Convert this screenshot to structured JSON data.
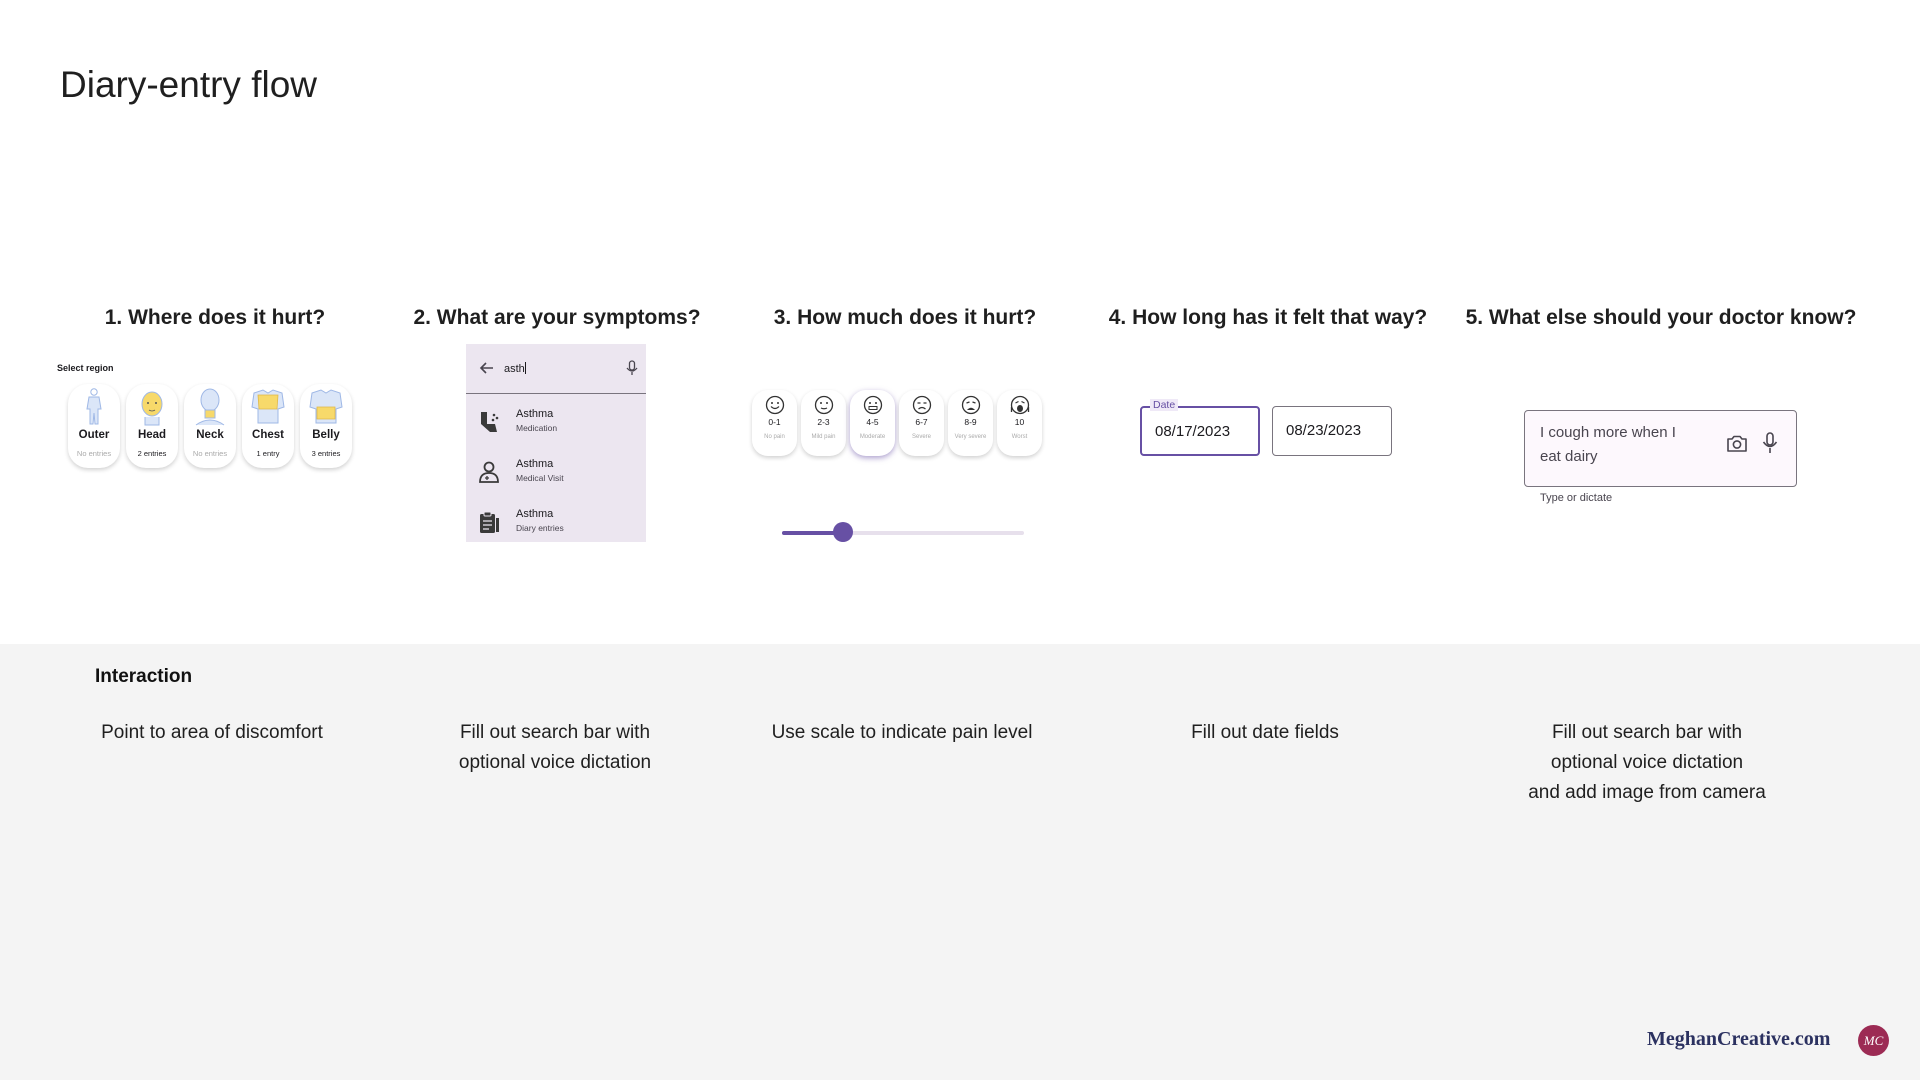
{
  "title": "Diary-entry flow",
  "steps": [
    {
      "heading": "1. Where does it hurt?"
    },
    {
      "heading": "2. What are your symptoms?"
    },
    {
      "heading": "3. How much does it hurt?"
    },
    {
      "heading": "4. How long has it felt that way?"
    },
    {
      "heading": "5. What else should your doctor know?"
    }
  ],
  "regions": {
    "label": "Select region",
    "items": [
      {
        "name": "Outer",
        "count": "No entries",
        "icon": "body-outline-icon"
      },
      {
        "name": "Head",
        "count": "2 entries",
        "icon": "head-icon"
      },
      {
        "name": "Neck",
        "count": "No entries",
        "icon": "neck-icon"
      },
      {
        "name": "Chest",
        "count": "1 entry",
        "icon": "chest-icon"
      },
      {
        "name": "Belly",
        "count": "3 entries",
        "icon": "belly-icon"
      }
    ]
  },
  "search": {
    "query": "asth",
    "results": [
      {
        "title": "Asthma",
        "subtitle": "Medication",
        "icon": "inhaler-icon"
      },
      {
        "title": "Asthma",
        "subtitle": "Medical Visit",
        "icon": "doctor-icon"
      },
      {
        "title": "Asthma",
        "subtitle": "Diary entries",
        "icon": "clipboard-icon"
      }
    ]
  },
  "pain": {
    "levels": [
      {
        "level": "0-1",
        "label": "No pain"
      },
      {
        "level": "2-3",
        "label": "Mild pain"
      },
      {
        "level": "4-5",
        "label": "Moderate"
      },
      {
        "level": "6-7",
        "label": "Severe"
      },
      {
        "level": "8-9",
        "label": "Very severe"
      },
      {
        "level": "10",
        "label": "Worst"
      }
    ],
    "selected_index": 2,
    "slider_value": 0.25,
    "accent": "#6750a4"
  },
  "dates": {
    "label": "Date",
    "start": "08/17/2023",
    "end": "08/23/2023"
  },
  "notes": {
    "value": "I cough more when I eat dairy",
    "supporting": "Type or dictate"
  },
  "interaction": {
    "heading": "Interaction",
    "descriptions": [
      [
        "Point to area of discomfort"
      ],
      [
        "Fill out search bar with",
        "optional voice dictation"
      ],
      [
        "Use scale to indicate pain level"
      ],
      [
        "Fill out date fields"
      ],
      [
        "Fill out search bar with",
        "optional voice dictation",
        "and add image from camera"
      ]
    ]
  },
  "brand": {
    "name": "MeghanCreative.com",
    "logo_text": "MC",
    "logo_color": "#9c2b54"
  }
}
